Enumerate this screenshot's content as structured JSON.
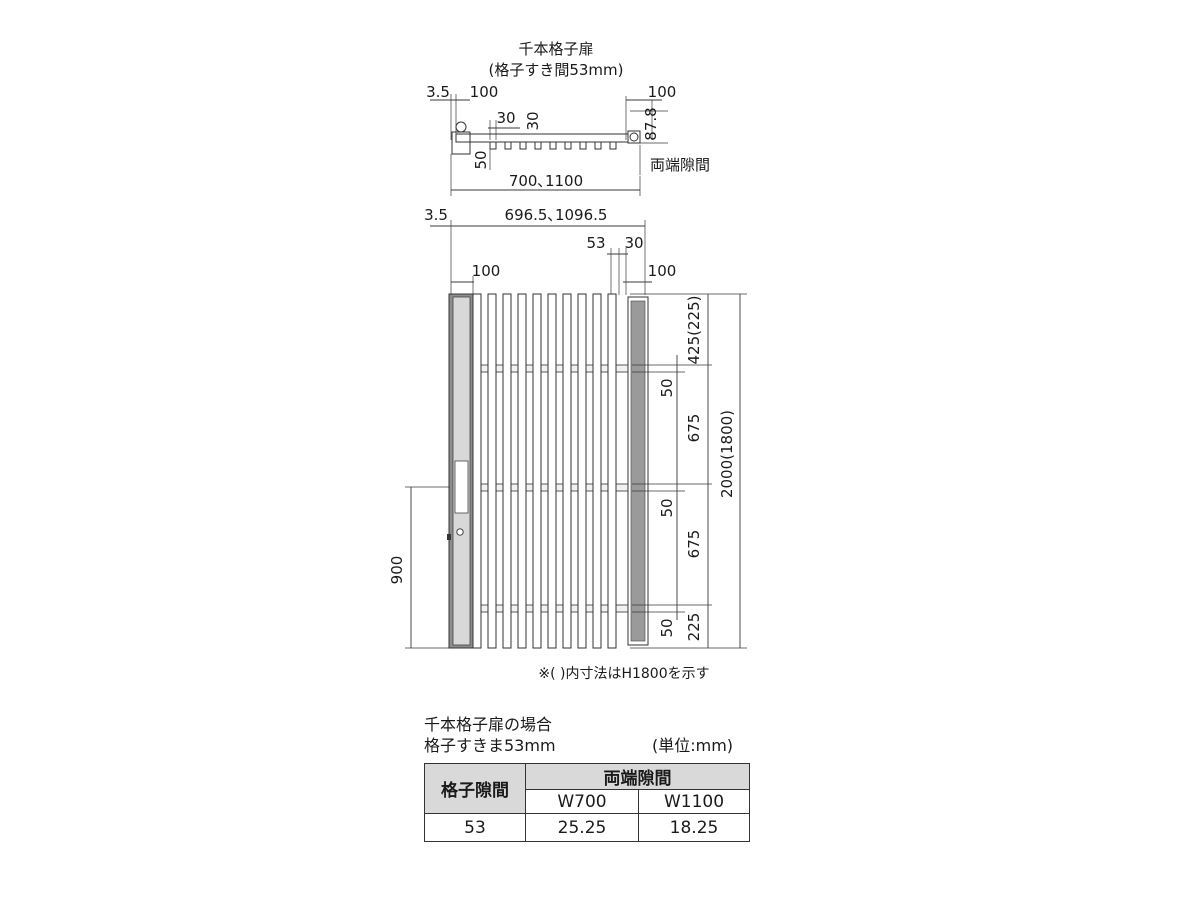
{
  "plan": {
    "title_line1": "千本格子扉",
    "title_line2": "(格子すき間53mm)",
    "dim_left_35": "3.5",
    "dim_left_100": "100",
    "dim_30a": "30",
    "dim_30b": "30",
    "dim_50": "50",
    "dim_right_100": "100",
    "dim_878": "87.8",
    "both_end_gap": "両端隙間",
    "dim_width": "700､1100"
  },
  "elevation": {
    "dim_35": "3.5",
    "dim_inner_width": "696.5､1096.5",
    "dim_53": "53",
    "dim_30": "30",
    "dim_left_100": "100",
    "dim_right_100": "100",
    "dim_425": "425(225)",
    "dim_50_top": "50",
    "dim_675_top": "675",
    "dim_total_height": "2000(1800)",
    "dim_50_mid": "50",
    "dim_675_bot": "675",
    "dim_50_bot": "50",
    "dim_225": "225",
    "dim_900": "900",
    "note": "※( )内寸法はH1800を示す"
  },
  "table": {
    "caption_line1": "千本格子扉の場合",
    "caption_line2": "格子すきま53mm",
    "unit": "(単位:mm)",
    "header_gap": "格子隙間",
    "header_both": "両端隙間",
    "col_w700": "W700",
    "col_w1100": "W1100",
    "row_gap": "53",
    "row_w700": "25.25",
    "row_w1100": "18.25"
  }
}
